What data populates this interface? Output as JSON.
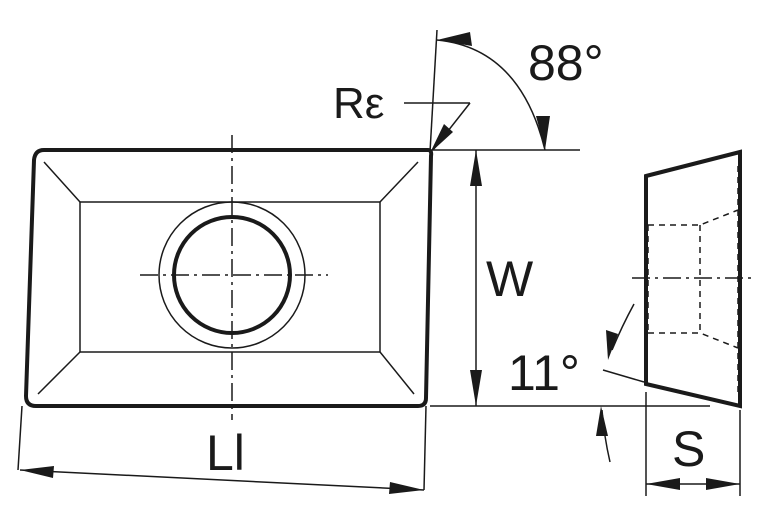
{
  "labels": {
    "angle_top": "88°",
    "corner_radius": "Rε",
    "width": "W",
    "length": "Ll",
    "clearance_angle": "11°",
    "thickness": "S"
  },
  "colors": {
    "line": "#1a1a1a",
    "background": "#ffffff"
  }
}
